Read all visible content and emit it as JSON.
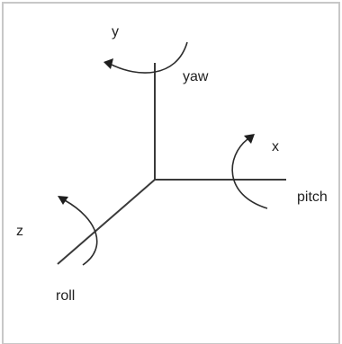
{
  "labels": {
    "y_axis": "y",
    "yaw": "yaw",
    "x_axis": "x",
    "pitch": "pitch",
    "z_axis": "z",
    "roll": "roll"
  },
  "colors": {
    "frame": "#c8c8c8",
    "axis": "#3a3a3a",
    "text": "#222222"
  }
}
